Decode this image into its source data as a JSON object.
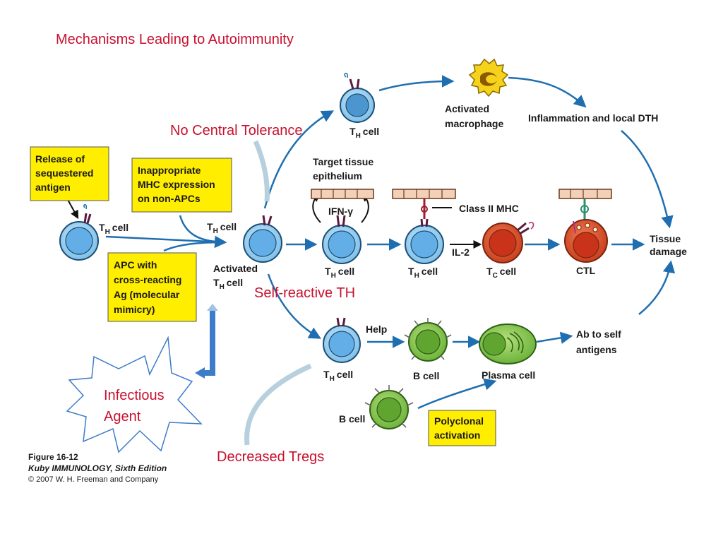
{
  "slide": {
    "title": "Mechanisms Leading to Autoimmunity",
    "overlays": {
      "no_central_tolerance": "No Central Tolerance",
      "self_reactive_th": "Self-reactive TH",
      "decreased_tregs": "Decreased Tregs",
      "infectious_agent_line1": "Infectious",
      "infectious_agent_line2": "Agent"
    }
  },
  "figure": {
    "boxes": {
      "release": [
        "Release of",
        "sequestered",
        "antigen"
      ],
      "inappropriate": [
        "Inappropriate",
        "MHC expression",
        "on non-APCs"
      ],
      "apc": [
        "APC with",
        "cross-reacting",
        "Ag (molecular",
        "mimicry)"
      ],
      "polyclonal": [
        "Polyclonal",
        "activation"
      ]
    },
    "labels": {
      "th_cell_main": "T",
      "th_sub": "H",
      "cell_word": "cell",
      "activated": "Activated",
      "activated_macrophage": [
        "Activated",
        "macrophage"
      ],
      "inflammation": "Inflammation and local DTH",
      "target_tissue": [
        "Target tissue",
        "epithelium"
      ],
      "ifn": "IFN-γ",
      "class_ii_mhc": "Class II MHC",
      "il2": "IL-2",
      "tc_main": "T",
      "tc_sub": "C",
      "ctl": "CTL",
      "tissue_damage": [
        "Tissue",
        "damage"
      ],
      "help": "Help",
      "b_cell": "B cell",
      "plasma_cell": "Plasma cell",
      "ab_to_self": [
        "Ab to self",
        "antigens"
      ]
    },
    "caption": {
      "line1": "Figure 16-12",
      "line2": "Kuby IMMUNOLOGY, Sixth Edition",
      "line3": "© 2007 W. H. Freeman and Company"
    }
  },
  "colors": {
    "title_red": "#c8102e",
    "arrow_blue": "#1f6fb0",
    "cell_blue": "#8cc8f0",
    "box_yellow": "#ffee00",
    "b_cell_green": "#7bc043",
    "tc_red": "#d84a2a"
  }
}
